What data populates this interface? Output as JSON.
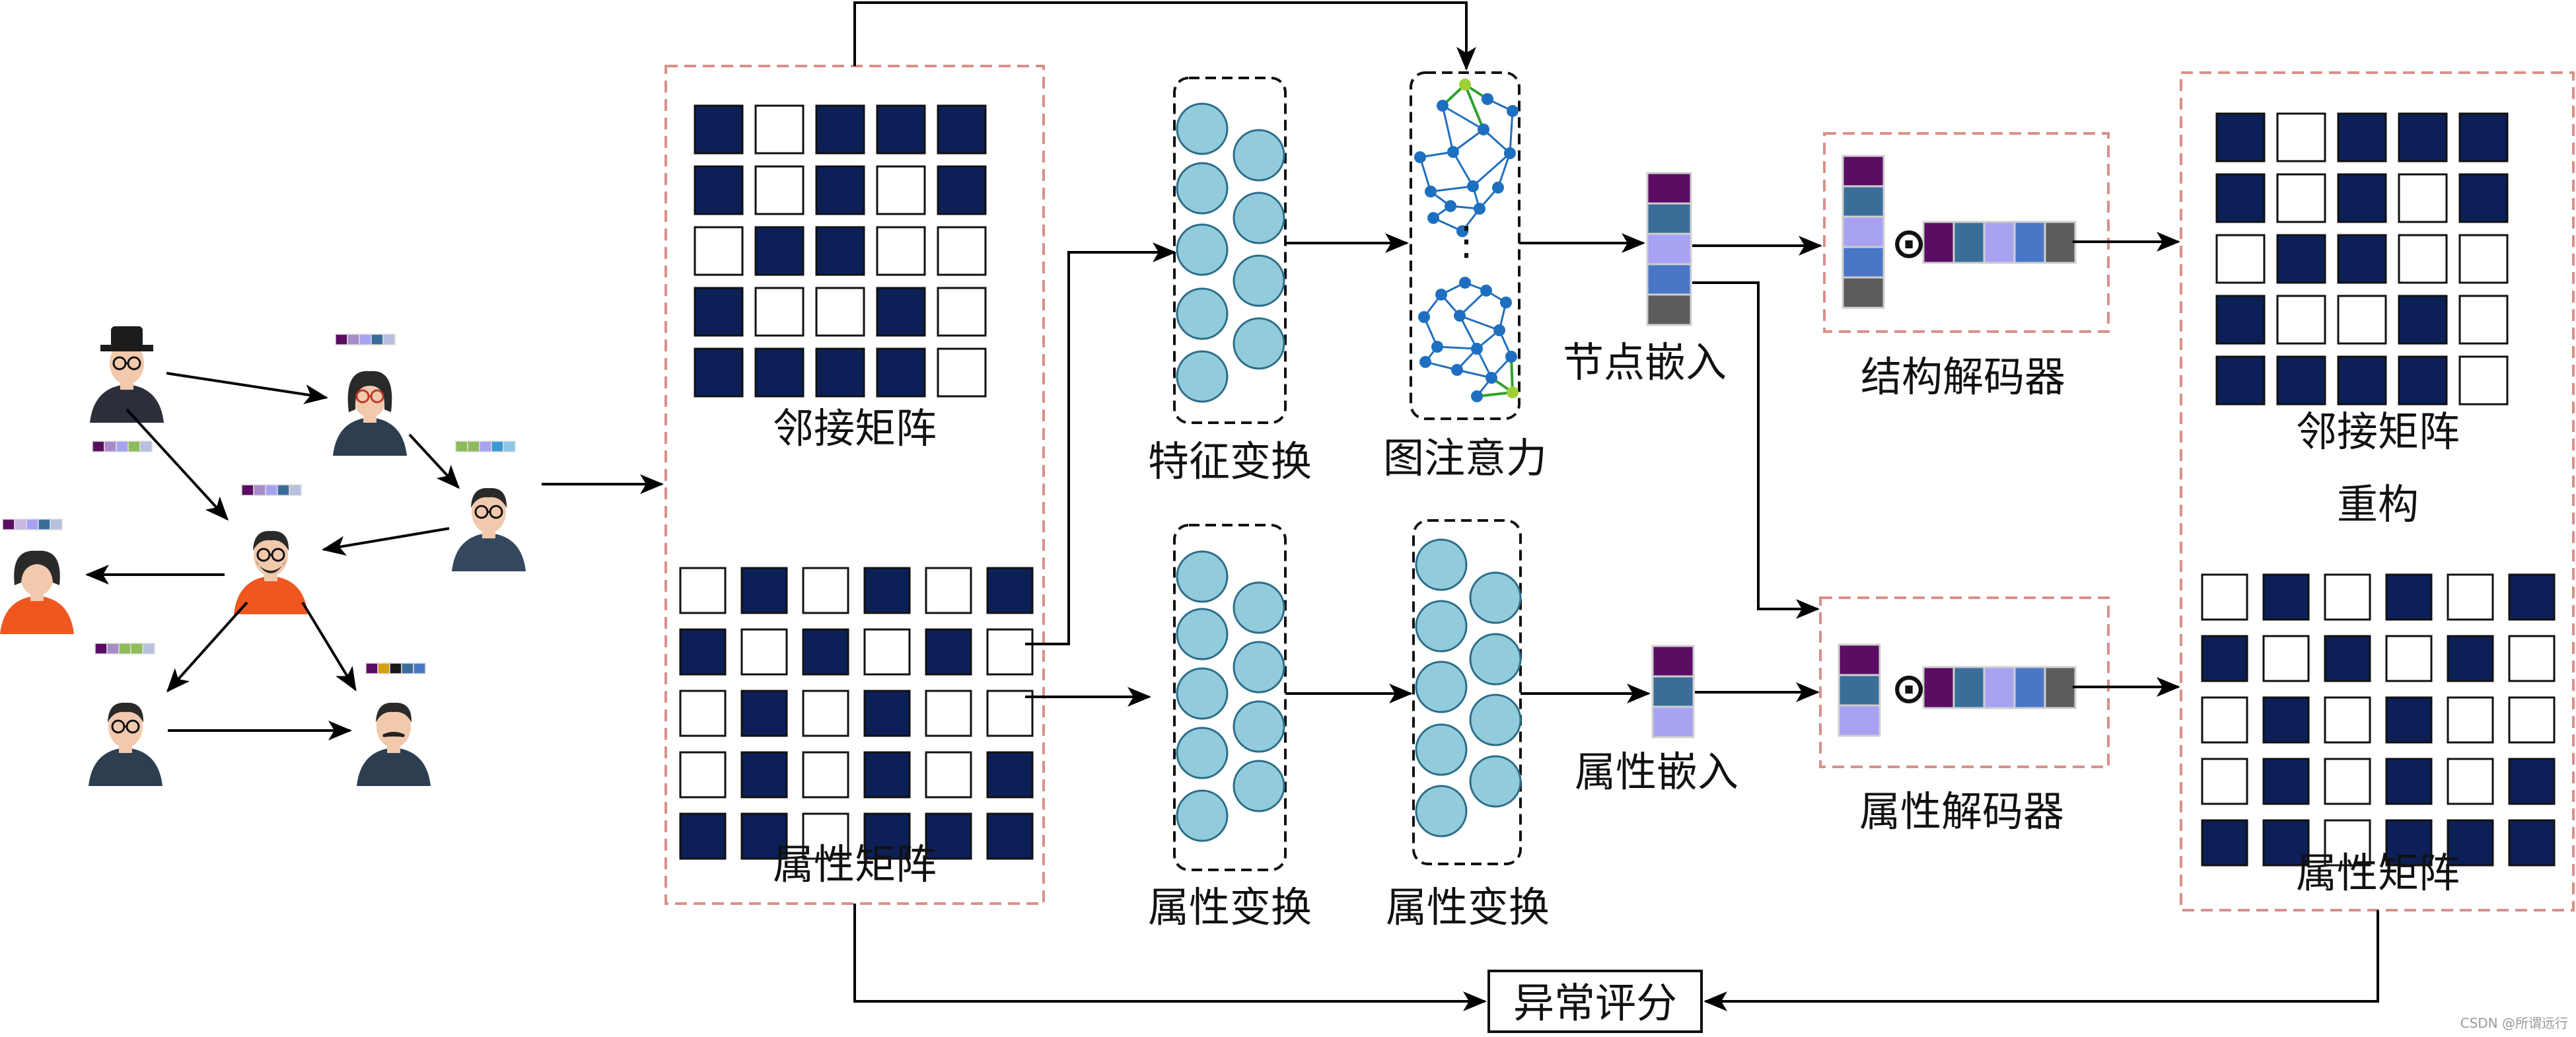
{
  "labels": {
    "adjacency_matrix": "邻接矩阵",
    "attribute_matrix": "属性矩阵",
    "feature_transform": "特征变换",
    "graph_attention": "图注意力",
    "attribute_transform_1": "属性变换",
    "attribute_transform_2": "属性变换",
    "node_embedding": "节点嵌入",
    "attribute_embedding": "属性嵌入",
    "structure_decoder": "结构解码器",
    "attribute_decoder": "属性解码器",
    "reconstructed_adjacency": "邻接矩阵",
    "reconstruction": "重构",
    "reconstructed_attribute": "属性矩阵",
    "anomaly_score": "异常评分",
    "ellipsis": "⋮",
    "hadamard": "⊙",
    "watermark": "CSDN @所谓远行"
  },
  "colors": {
    "navy": "#0c2057",
    "circle_fill": "#92cbdb",
    "circle_stroke": "#2b6e8a",
    "dashed_box": "#d9908a",
    "arrow": "#000000",
    "graph_node": "#1f6fc0",
    "graph_highlight": "#9fcf38",
    "graph_edge_highlight": "#2da22d"
  },
  "matrices": {
    "adjacency": [
      [
        1,
        0,
        1,
        1,
        1
      ],
      [
        1,
        0,
        1,
        0,
        1
      ],
      [
        0,
        1,
        1,
        0,
        0
      ],
      [
        1,
        0,
        0,
        1,
        0
      ],
      [
        1,
        1,
        1,
        1,
        0
      ]
    ],
    "attribute": [
      [
        0,
        1,
        0,
        1,
        0,
        1
      ],
      [
        1,
        0,
        1,
        0,
        1,
        0
      ],
      [
        0,
        1,
        0,
        1,
        0,
        0
      ],
      [
        0,
        1,
        0,
        1,
        0,
        1
      ],
      [
        1,
        1,
        0,
        1,
        1,
        1
      ]
    ],
    "recon_adjacency": [
      [
        1,
        0,
        1,
        1,
        1
      ],
      [
        1,
        0,
        1,
        0,
        1
      ],
      [
        0,
        1,
        1,
        0,
        0
      ],
      [
        1,
        0,
        0,
        1,
        0
      ],
      [
        1,
        1,
        1,
        1,
        0
      ]
    ],
    "recon_attribute": [
      [
        0,
        1,
        0,
        1,
        0,
        1
      ],
      [
        1,
        0,
        1,
        0,
        1,
        0
      ],
      [
        0,
        1,
        0,
        1,
        0,
        0
      ],
      [
        0,
        1,
        0,
        1,
        0,
        1
      ],
      [
        1,
        1,
        0,
        1,
        1,
        1
      ]
    ]
  },
  "embeddings": {
    "node": [
      "#5a0d62",
      "#3a6e98",
      "#a8a2f2",
      "#4a76c6",
      "#5c5c5c"
    ],
    "attribute": [
      "#5a0d62",
      "#3a6e98",
      "#a8a2f2"
    ],
    "decoder_row": [
      "#5a0d62",
      "#3a6e98",
      "#a8a2f2",
      "#4a76c6",
      "#5c5c5c"
    ]
  },
  "social_network": {
    "icons": [
      "spy-person-icon",
      "woman-glasses-icon",
      "man-glasses-icon",
      "bearded-man-icon",
      "girl-icon",
      "man-glasses-2-icon",
      "mustache-man-icon"
    ]
  }
}
